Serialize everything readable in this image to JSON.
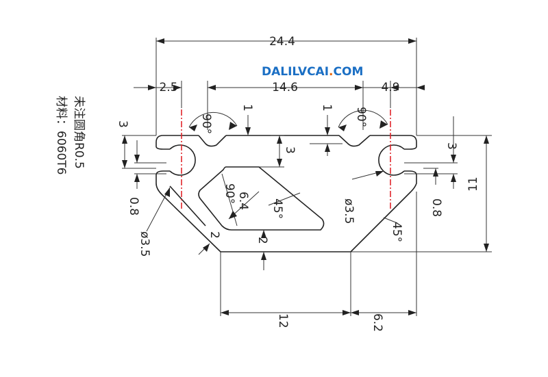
{
  "drawing": {
    "watermark": {
      "text": "DALILVCAI.COM",
      "color_main": "#1b6fc4",
      "color_accent": "#e86a10"
    },
    "notes": {
      "line1": "未注圆角R0.5",
      "line2": "材料：6060T6"
    },
    "dimensions": {
      "overall_width": "24.4",
      "left_offset": "2.5",
      "slot_spacing": "14.6",
      "right_offset": "4.9",
      "slot_angle_left": "90°",
      "slot_angle_right": "90°",
      "lip_left": "1",
      "lip_right": "1",
      "slot_height_left": "3",
      "pocket_depth": "3",
      "slot_height_right": "3",
      "total_height": "11",
      "pocket_angle": "90°",
      "pocket_edge": "6.4",
      "pocket_bevel": "45°",
      "bottom_wall": "2",
      "chamfer_wall": "2",
      "outer_chamfer": "45°",
      "left_lip": "0.8",
      "right_lip": "0.8",
      "left_hole": "ø3.5",
      "right_hole": "ø3.5",
      "bottom_width": "12",
      "bottom_right": "6.2"
    },
    "colors": {
      "line": "#222222",
      "centerline": "#e0262b",
      "background": "#ffffff"
    }
  }
}
